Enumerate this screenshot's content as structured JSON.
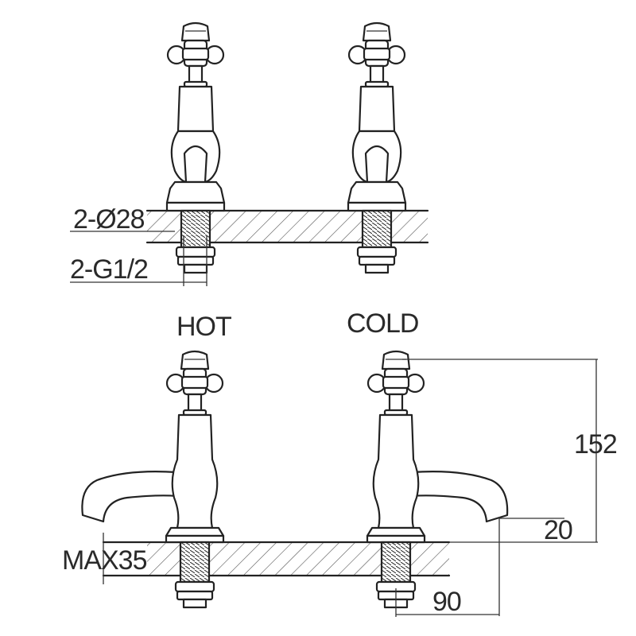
{
  "labels": {
    "hot": "HOT",
    "cold": "COLD",
    "pipe_diameter": "2-Ø28",
    "thread": "2-G1/2",
    "max_thickness": "MAX35",
    "height": "152",
    "spout_clearance": "20",
    "spout_reach": "90"
  },
  "colors": {
    "line": "#222222",
    "text": "#2a2a2a",
    "background": "#ffffff"
  }
}
